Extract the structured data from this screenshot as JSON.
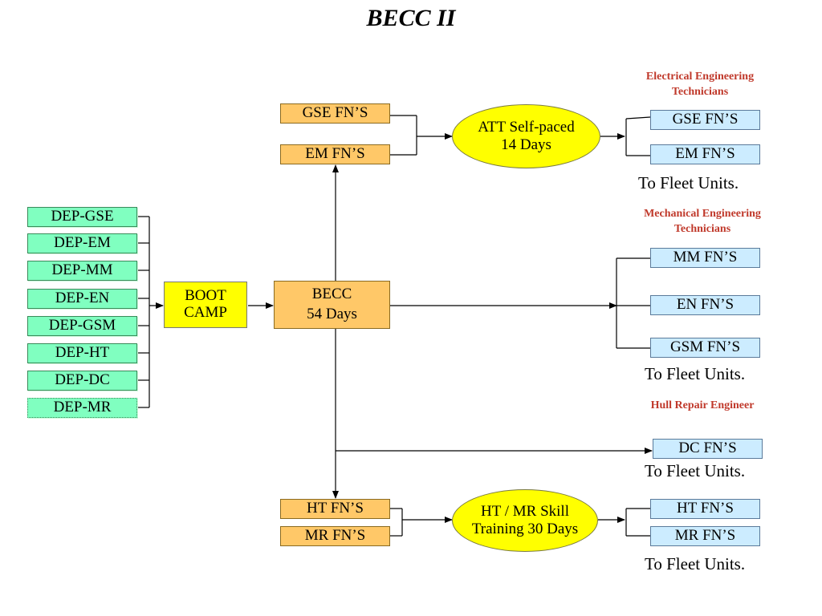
{
  "title": "BECC II",
  "dep_boxes": [
    "DEP-GSE",
    "DEP-EM",
    "DEP-MM",
    "DEP-EN",
    "DEP-GSM",
    "DEP-HT",
    "DEP-DC",
    "DEP-MR"
  ],
  "boot_camp": {
    "line1": "BOOT",
    "line2": "CAMP"
  },
  "becc": {
    "line1": "BECC",
    "line2": "54 Days"
  },
  "top_inputs": [
    "GSE FN’S",
    "EM FN’S"
  ],
  "att": {
    "line1": "ATT Self-paced",
    "line2": "14 Days"
  },
  "bottom_inputs": [
    "HT FN’S",
    "MR FN’S"
  ],
  "skill": {
    "line1": "HT / MR Skill",
    "line2": "Training 30 Days"
  },
  "categories": {
    "electrical": {
      "line1": "Electrical Engineering",
      "line2": "Technicians"
    },
    "mechanical": {
      "line1": "Mechanical Engineering",
      "line2": "Technicians"
    },
    "hull": "Hull Repair Engineer"
  },
  "outputs": {
    "electrical": [
      "GSE FN’S",
      "EM FN’S"
    ],
    "mechanical": [
      "MM FN’S",
      "EN FN’S",
      "GSM FN’S"
    ],
    "hull": [
      "DC FN’S"
    ],
    "skill": [
      "HT FN’S",
      "MR FN’S"
    ]
  },
  "fleet_label": "To Fleet Units.",
  "colors": {
    "dep": "#80ffc0",
    "becc": "#ffc868",
    "boot": "#ffff00",
    "output": "#ccecff",
    "category": "#c0392b"
  }
}
